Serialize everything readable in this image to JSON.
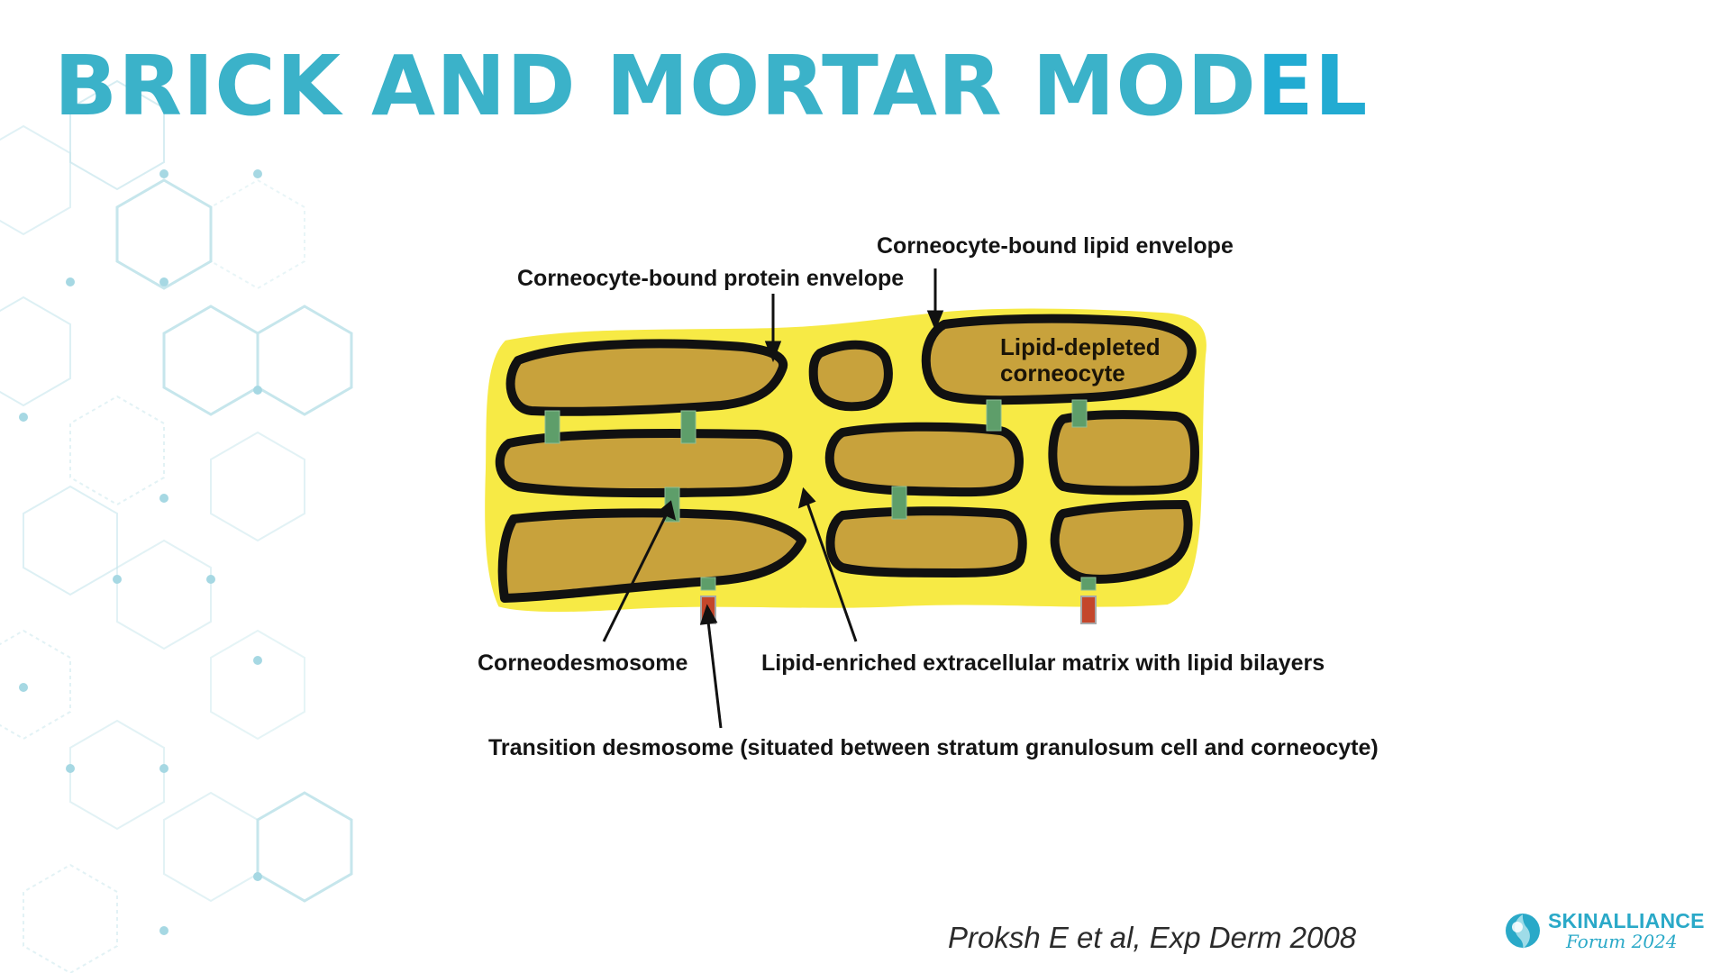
{
  "slide": {
    "title_part1": "BRICK AND MORTAR MOD",
    "title_part2": "EL",
    "citation": "Proksh E et al, Exp Derm 2008"
  },
  "diagram": {
    "labels": {
      "lipid_envelope": "Corneocyte-bound lipid envelope",
      "protein_envelope": "Corneocyte-bound protein envelope",
      "lipid_depleted_line1": "Lipid-depleted",
      "lipid_depleted_line2": "corneocyte",
      "corneodesmosome": "Corneodesmosome",
      "extracellular_matrix": "Lipid-enriched extracellular matrix with lipid bilayers",
      "transition_desmosome": "Transition desmosome (situated between stratum granulosum cell and corneocyte)"
    },
    "colors": {
      "matrix": "#f7ea45",
      "corneocyte": "#c8a23c",
      "envelope": "#111111",
      "corneodesmosome": "#5e9e6a",
      "transition_desmosome": "#c4462b"
    }
  },
  "logo": {
    "brand": "SKINALLIANCE",
    "sub": "Forum 2024",
    "icon": "skinalliance-logo-icon"
  },
  "theme": {
    "accent": "#3bb2c9",
    "hex_pattern": "#bfe3ea"
  }
}
